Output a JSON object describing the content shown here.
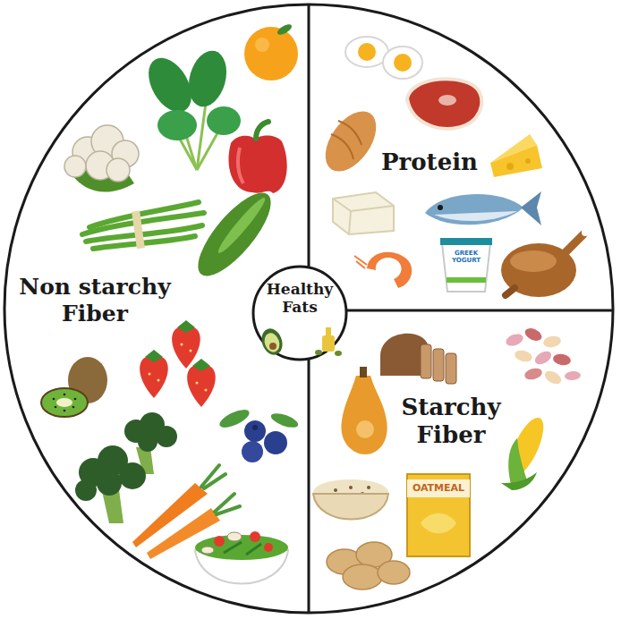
{
  "diagram": {
    "nodes": [
      {
        "text": [
          "Non starchy Fiber"
        ]
      },
      {
        "text": [
          "Protein"
        ]
      },
      {
        "text": [
          "Starchy Fiber"
        ]
      },
      {
        "text": [
          "Healthy Fats"
        ]
      }
    ],
    "labels": [
      "GREEK YOGURT",
      "OATMEAL"
    ]
  }
}
